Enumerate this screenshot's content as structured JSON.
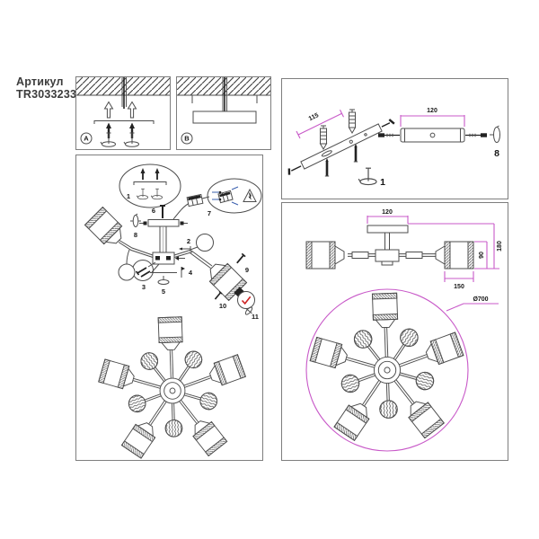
{
  "article": {
    "label": "Артикул",
    "number": "TR3033233"
  },
  "panel_a": {
    "badge": "A"
  },
  "panel_b": {
    "badge": "B"
  },
  "assembly_steps": {
    "n1": "1",
    "n2": "2",
    "n3": "3",
    "n4": "4",
    "n5": "5",
    "n6": "6",
    "n7": "7",
    "n8": "8",
    "n9": "9",
    "n10": "10",
    "n11": "11"
  },
  "bracket_detail": {
    "bracket_length": "115",
    "plate_length": "120",
    "screw_step": "1",
    "nut_step": "8"
  },
  "product_dimensions": {
    "canopy_width": "120",
    "total_height": "180",
    "shade_height": "90",
    "shade_width": "150",
    "diameter": "Ø700"
  },
  "colors": {
    "dimension_magenta": "#c859c8",
    "line_gray": "#4d4d4d",
    "warning_red": "#cc2222",
    "wire_blue": "#3a5fae"
  }
}
